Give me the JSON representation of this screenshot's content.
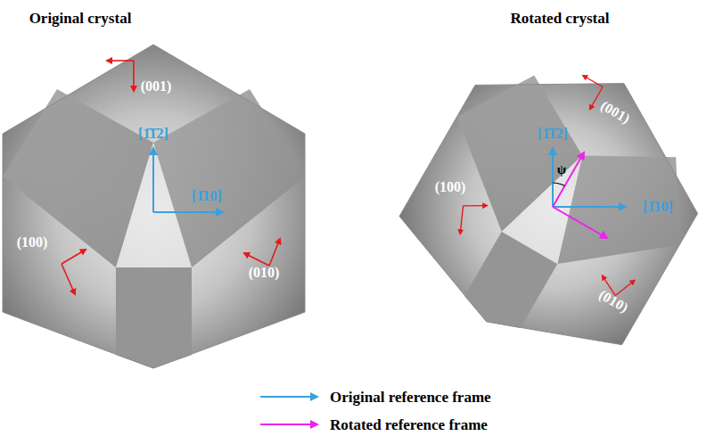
{
  "diagram": {
    "labels": [
      "Original crystal",
      "Rotated crystal",
      "(001)",
      "[1̄1̄2]",
      "[1̄10]",
      "(100)",
      "(010)",
      "(001)",
      "(100)",
      "[1̄1̄2]",
      "ψ",
      "[1̄10]",
      "(010)"
    ],
    "legend": [
      {
        "text": "Original reference frame"
      },
      {
        "text": "Rotated reference frame"
      }
    ]
  }
}
